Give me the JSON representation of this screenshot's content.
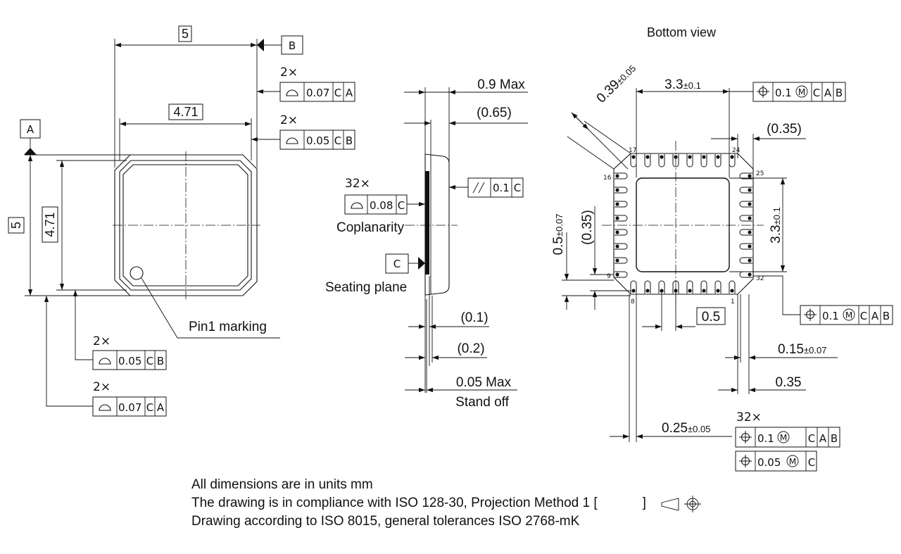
{
  "top_view": {
    "dim_width": "5",
    "dim_width_inner": "4.71",
    "dim_height": "5",
    "dim_height_inner": "4.71",
    "datum_a": "A",
    "datum_b": "B",
    "tol_top1": {
      "count": "2×",
      "value": "0.07",
      "ref1": "C",
      "ref2": "A"
    },
    "tol_top2": {
      "count": "2×",
      "value": "0.05",
      "ref1": "C",
      "ref2": "B"
    },
    "tol_bot1": {
      "count": "2×",
      "value": "0.05",
      "ref1": "C",
      "ref2": "B"
    },
    "tol_bot2": {
      "count": "2×",
      "value": "0.07",
      "ref1": "C",
      "ref2": "A"
    },
    "pin1_label": "Pin1 marking"
  },
  "side_view": {
    "max_height": "0.9 Max",
    "body_thickness": "(0.65)",
    "parallelism": {
      "value": "0.1",
      "ref": "C"
    },
    "coplanarity": {
      "count": "32×",
      "value": "0.08",
      "ref": "C"
    },
    "coplanarity_label": "Coplanarity",
    "datum_c": "C",
    "seating_label": "Seating plane",
    "dim_01": "(0.1)",
    "dim_02": "(0.2)",
    "standoff_value": "0.05 Max",
    "standoff_label": "Stand off"
  },
  "bottom_view": {
    "title": "Bottom view",
    "chamfer": "0.39",
    "chamfer_tol": "±0.05",
    "pad_width": "3.3",
    "pad_width_tol": "±0.1",
    "pad_height": "3.3",
    "pad_height_tol": "±0.1",
    "pos_top": {
      "value": "0.1",
      "ref1": "C",
      "ref2": "A",
      "ref3": "B"
    },
    "pos_right": {
      "value": "0.1",
      "ref1": "C",
      "ref2": "A",
      "ref3": "B"
    },
    "dim_035_top": "(0.35)",
    "dim_035_left": "(0.35)",
    "dim_05_left": "0.5",
    "dim_05_left_tol": "±0.07",
    "pitch": "0.5",
    "lead_width": "0.15",
    "lead_width_tol": "±0.07",
    "lead_length": "0.35",
    "dim_025": "0.25",
    "dim_025_tol": "±0.05",
    "lead_pos": {
      "count": "32×",
      "value1": "0.1",
      "ref1": "C",
      "ref2": "A",
      "ref3": "B",
      "value2": "0.05",
      "ref4": "C"
    },
    "pins": {
      "p1": "1",
      "p8": "8",
      "p9": "9",
      "p16": "16",
      "p17": "17",
      "p24": "24",
      "p25": "25",
      "p32": "32"
    }
  },
  "notes": {
    "line1": "All dimensions are in units mm",
    "line2": "The drawing is in compliance with ISO 128-30, Projection Method 1 [",
    "line2_end": "]",
    "line3": "Drawing according to ISO 8015, general tolerances ISO 2768-mK"
  }
}
